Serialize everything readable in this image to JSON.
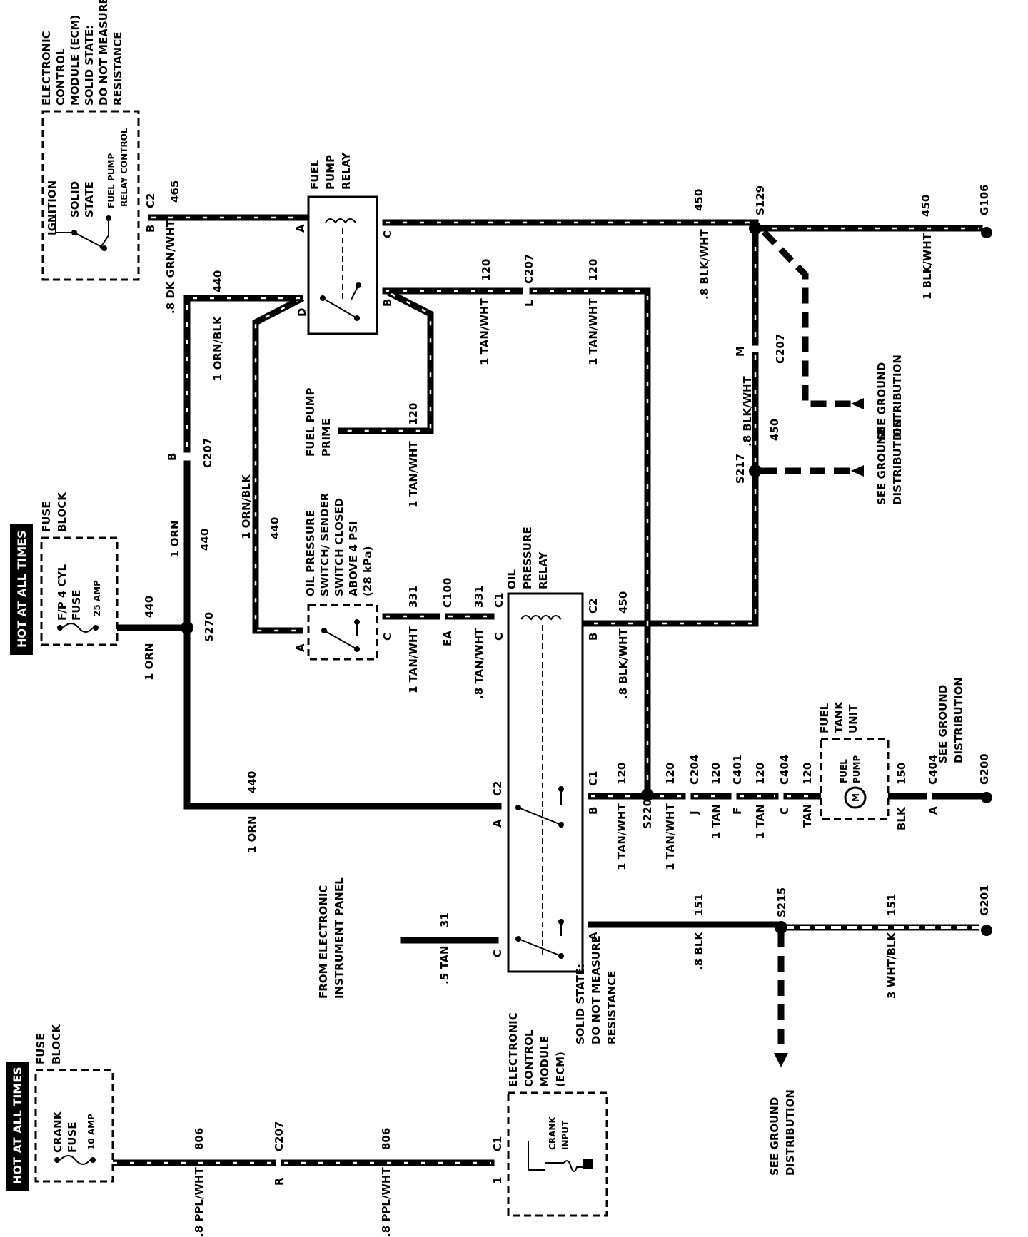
{
  "labels": {
    "hot_1": "HOT AT ALL TIMES",
    "hot_2": "HOT AT ALL TIMES",
    "fuse_block_1": [
      "FUSE",
      "BLOCK"
    ],
    "fuse_block_2": [
      "FUSE",
      "BLOCK"
    ],
    "fuse_1": [
      "F/P 4 CYL",
      "FUSE",
      "25 AMP"
    ],
    "fuse_2": [
      "CRANK",
      "FUSE",
      "10 AMP"
    ],
    "ecm_top": [
      "ELECTRONIC",
      "CONTROL",
      "MODULE (ECM)",
      "SOLID STATE:",
      "DO NOT MEASURE",
      "RESISTANCE"
    ],
    "ecm_top_inner": [
      "IGNITION",
      "SOLID",
      "STATE",
      "FUEL PUMP",
      "RELAY CONTROL"
    ],
    "ecm_bottom": [
      "ELECTRONIC",
      "CONTROL",
      "MODULE",
      "(ECM)",
      "SOLID STATE:",
      "DO NOT MEASURE",
      "RESISTANCE"
    ],
    "ecm_bottom_inner": [
      "CRANK",
      "INPUT"
    ],
    "fuel_pump_relay": [
      "FUEL",
      "PUMP",
      "RELAY"
    ],
    "oil_pressure_relay": [
      "OIL",
      "PRESSURE",
      "RELAY"
    ],
    "oil_pressure_switch": [
      "OIL PRESSURE",
      "SWITCH/ SENDER",
      "SWITCH CLOSED",
      "ABOVE 4 PSI",
      "(28 kPa)"
    ],
    "fuel_pump_prime": [
      "FUEL PUMP",
      "PRIME"
    ],
    "fuel_tank_unit": [
      "FUEL",
      "TANK",
      "UNIT"
    ],
    "fuel_pump_motor": [
      "FUEL",
      "PUMP"
    ],
    "motor_symbol": "M",
    "from_ipc": [
      "FROM ELECTRONIC",
      "INSTRUMENT PANEL"
    ],
    "see_ground_1": [
      "SEE GROUND",
      "DISTRIBUTION"
    ],
    "see_ground_2": [
      "SEE GROUND",
      "DISTRIBUTION"
    ],
    "see_ground_3": [
      "SEE GROUND",
      "DISTRIBUTION"
    ],
    "see_ground_4": [
      "SEE GROUND",
      "DISTRIBUTION"
    ]
  },
  "connectors": {
    "c2_ecm": "C2",
    "b_ecm": "B",
    "a_fpr": "A",
    "c_fpr": "C",
    "d_fpr": "D",
    "b_fpr": "B",
    "s129": "S129",
    "g106": "G106",
    "c207_top": "C207",
    "l_c207": "L",
    "c207_right": "C207",
    "m_c207": "M",
    "s217": "S217",
    "b_c207": "B",
    "c207_left": "C207",
    "s270": "S270",
    "a_ops": "A",
    "c_ops": "C",
    "c100": "C100",
    "ea_c100": "EA",
    "c1_opr": "C1",
    "c_opr": "C",
    "c2_opr_right": "C2",
    "b_opr_right": "B",
    "c2_opr_left": "C2",
    "a_opr_left": "A",
    "c1_opr_b": "C1",
    "b_opr_b": "B",
    "s220": "S220",
    "c204": "C204",
    "j_c204": "J",
    "c401": "C401",
    "f_c401": "F",
    "c404_a": "C404",
    "c_c404": "C",
    "c404_b": "C404",
    "a_c404": "A",
    "g200": "G200",
    "a_opr_bottom": "A",
    "c_opr_bottom": "C",
    "s215": "S215",
    "g201": "G201",
    "c207_bottom": "C207",
    "r_c207": "R",
    "c1_ecm": "C1",
    "pin_1": "1"
  },
  "wires": {
    "w465": "465",
    "w465_color": ".8 DK GRN/WHT",
    "w450_a": "450",
    "w450_b": "450",
    "w450_c": "450",
    "w450_d": "450",
    "w450_color_a": ".8 BLK/WHT",
    "w450_color_b": "1 BLK/WHT",
    "w450_color_c": ".8 BLK/WHT",
    "w450_color_d": ".8 BLK/WHT",
    "w120_a": "120",
    "w120_b": "120",
    "w120_c": "120",
    "w120_color_a": "1 TAN/WHT",
    "w120_color_b": "1 TAN/WHT",
    "w120_color_c": "1 TAN/WHT",
    "w440_a": "440",
    "w440_b": "440",
    "w440_c": "440",
    "w440_d": "440",
    "w440_e": "440",
    "w440_color_a": "1 ORN/BLK",
    "w440_color_b": "1 ORN/BLK",
    "w440_color_c": "1 ORN",
    "w440_color_d": "1 ORN",
    "w440_color_e": "1 ORN",
    "w331_a": "331",
    "w331_b": "331",
    "w331_color_a": "1 TAN/WHT",
    "w331_color_b": ".8 TAN/WHT",
    "w120_d": "120",
    "w120_e": "120",
    "w120_f": "120",
    "w120_g": "120",
    "w120_h": "120",
    "w120_color_d": "1 TAN/WHT",
    "w120_color_e": "1 TAN/WHT",
    "w120_color_f": "1 TAN",
    "w120_color_g": "1 TAN",
    "w120_color_h": "TAN",
    "w150": "150",
    "w150_color": "BLK",
    "w151_a": "151",
    "w151_b": "151",
    "w151_color_a": ".8 BLK",
    "w151_color_b": "3 WHT/BLK",
    "w31": "31",
    "w31_color": ".5 TAN",
    "w806_a": "806",
    "w806_b": "806",
    "w806_color_a": ".8 PPL/WHT",
    "w806_color_b": ".8 PPL/WHT"
  }
}
